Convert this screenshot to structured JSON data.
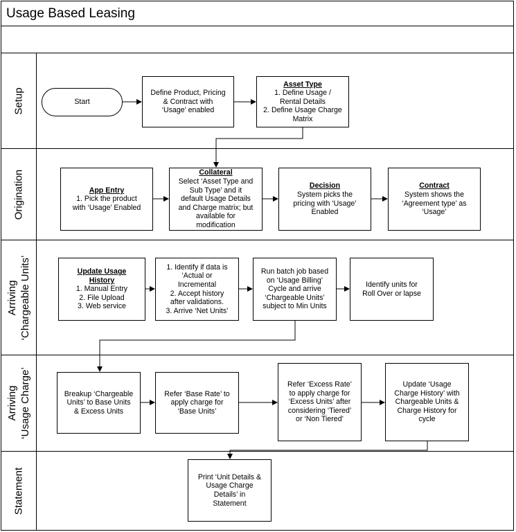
{
  "title": "Usage Based Leasing",
  "lanes": {
    "setup": "Setup",
    "origination": "Origination",
    "arriving_units": "Arriving\n‘Chargeable Units’",
    "arriving_charge": "Arriving\n‘Usage Charge’",
    "statement": "Statement"
  },
  "nodes": {
    "start": {
      "text": "Start"
    },
    "define_product": {
      "text": "Define Product, Pricing\n& Contract with\n‘Usage’ enabled"
    },
    "asset_type": {
      "heading": "Asset Type",
      "text": "1. Define Usage /\nRental Details\n2. Define Usage Charge\nMatrix"
    },
    "app_entry": {
      "heading": "App Entry",
      "text": "1. Pick the product\nwith ‘Usage’ Enabled"
    },
    "collateral": {
      "heading": "Collateral",
      "text": "Select ‘Asset Type and\nSub Type’ and it\ndefault Usage Details\nand Charge matrix; but\navailable for\nmodification"
    },
    "decision": {
      "heading": "Decision",
      "text": "System picks the\npricing with ‘Usage’\nEnabled"
    },
    "contract": {
      "heading": "Contract",
      "text": "System shows the\n‘Agreement type’ as\n‘Usage’"
    },
    "update_usage": {
      "heading": "Update Usage\nHistory",
      "text": "1. Manual Entry\n2. File Upload\n3. Web service"
    },
    "identify_data": {
      "text": "1. Identify if data is\n‘Actual or\nIncremental\n2. Accept history\nafter validations.\n3. Arrive ‘Net Units’"
    },
    "batch_job": {
      "text": "Run batch job based\non ‘Usage Billing’\nCycle and arrive\n‘Chargeable Units’\nsubject to Min Units"
    },
    "rollover": {
      "text": "Identify units for\nRoll Over or lapse"
    },
    "breakup": {
      "text": "Breakup ‘Chargeable\nUnits’ to Base Units\n& Excess Units"
    },
    "base_rate": {
      "text": "Refer ‘Base Rate’ to\napply charge for\n‘Base Units’"
    },
    "excess_rate": {
      "text": "Refer ‘Excess Rate’\nto apply charge for\n‘Excess Units’ after\nconsidering ‘Tiered’\nor ‘Non Tiered’"
    },
    "update_charge": {
      "text": "Update ‘Usage\nCharge History’ with\nChargeable Units &\nCharge History for\ncycle"
    },
    "print_statement": {
      "text": "Print ‘Unit Details &\nUsage Charge\nDetails’ in\nStatement"
    }
  },
  "edges": [
    {
      "from": "start",
      "to": "define_product"
    },
    {
      "from": "define_product",
      "to": "asset_type"
    },
    {
      "from": "asset_type",
      "to": "collateral"
    },
    {
      "from": "app_entry",
      "to": "collateral"
    },
    {
      "from": "collateral",
      "to": "decision"
    },
    {
      "from": "decision",
      "to": "contract"
    },
    {
      "from": "update_usage",
      "to": "identify_data"
    },
    {
      "from": "identify_data",
      "to": "batch_job"
    },
    {
      "from": "batch_job",
      "to": "rollover"
    },
    {
      "from": "batch_job",
      "to": "breakup"
    },
    {
      "from": "breakup",
      "to": "base_rate"
    },
    {
      "from": "base_rate",
      "to": "excess_rate"
    },
    {
      "from": "excess_rate",
      "to": "update_charge"
    },
    {
      "from": "update_charge",
      "to": "print_statement"
    }
  ]
}
